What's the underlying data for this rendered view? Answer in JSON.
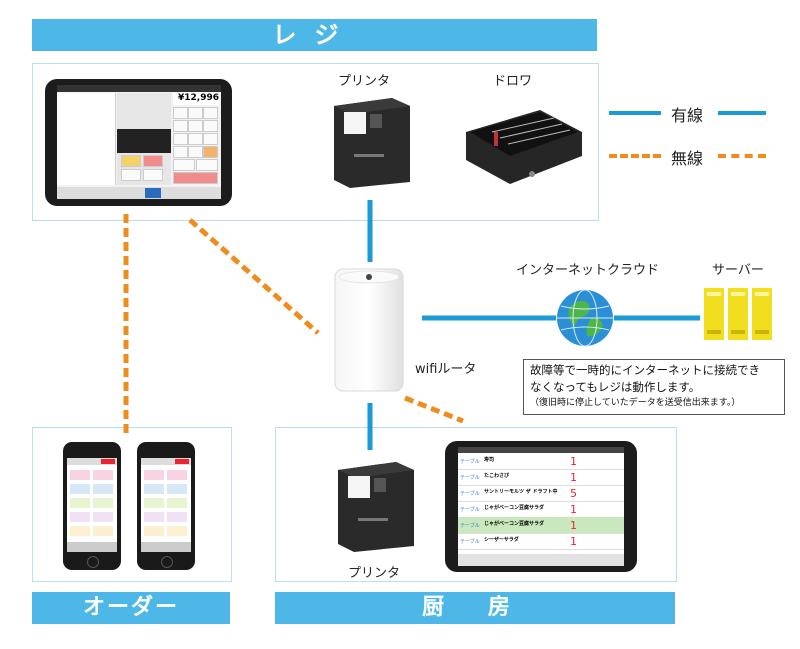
{
  "sections": {
    "register": "レジ",
    "order": "オーダー",
    "kitchen": "厨 房"
  },
  "devices": {
    "printer_top": "プリンタ",
    "drawer": "ドロワ",
    "router": "wifiルータ",
    "internet": "インターネットクラウド",
    "server": "サーバー",
    "printer_kitchen": "プリンタ"
  },
  "legend": {
    "wired": "有線",
    "wireless": "無線",
    "wired_color": "#1a9ad6",
    "wireless_color": "#f08c1e"
  },
  "note": {
    "line1": "故障等で一時的にインターネットに接続でき",
    "line2": "なくなってもレジは動作します。",
    "line3": "（復旧時に停止していたデータを送受信出来ます。）"
  },
  "pos_screen": {
    "total": "¥12,996"
  },
  "kitchen_screen": {
    "rows": [
      {
        "table": "テーブル",
        "item": "寿司",
        "qty": "1"
      },
      {
        "table": "テーブル",
        "item": "たこわさび",
        "qty": "1"
      },
      {
        "table": "テーブル",
        "item": "サントリーモルツ ザ ドラフト中",
        "qty": "5"
      },
      {
        "table": "テーブル",
        "item": "じゃがベーコン豆腐サラダ",
        "qty": "1"
      },
      {
        "table": "テーブル",
        "item": "じゃがベーコン豆腐サラダ",
        "qty": "1"
      },
      {
        "table": "テーブル",
        "item": "シーザーサラダ",
        "qty": "1"
      }
    ]
  }
}
